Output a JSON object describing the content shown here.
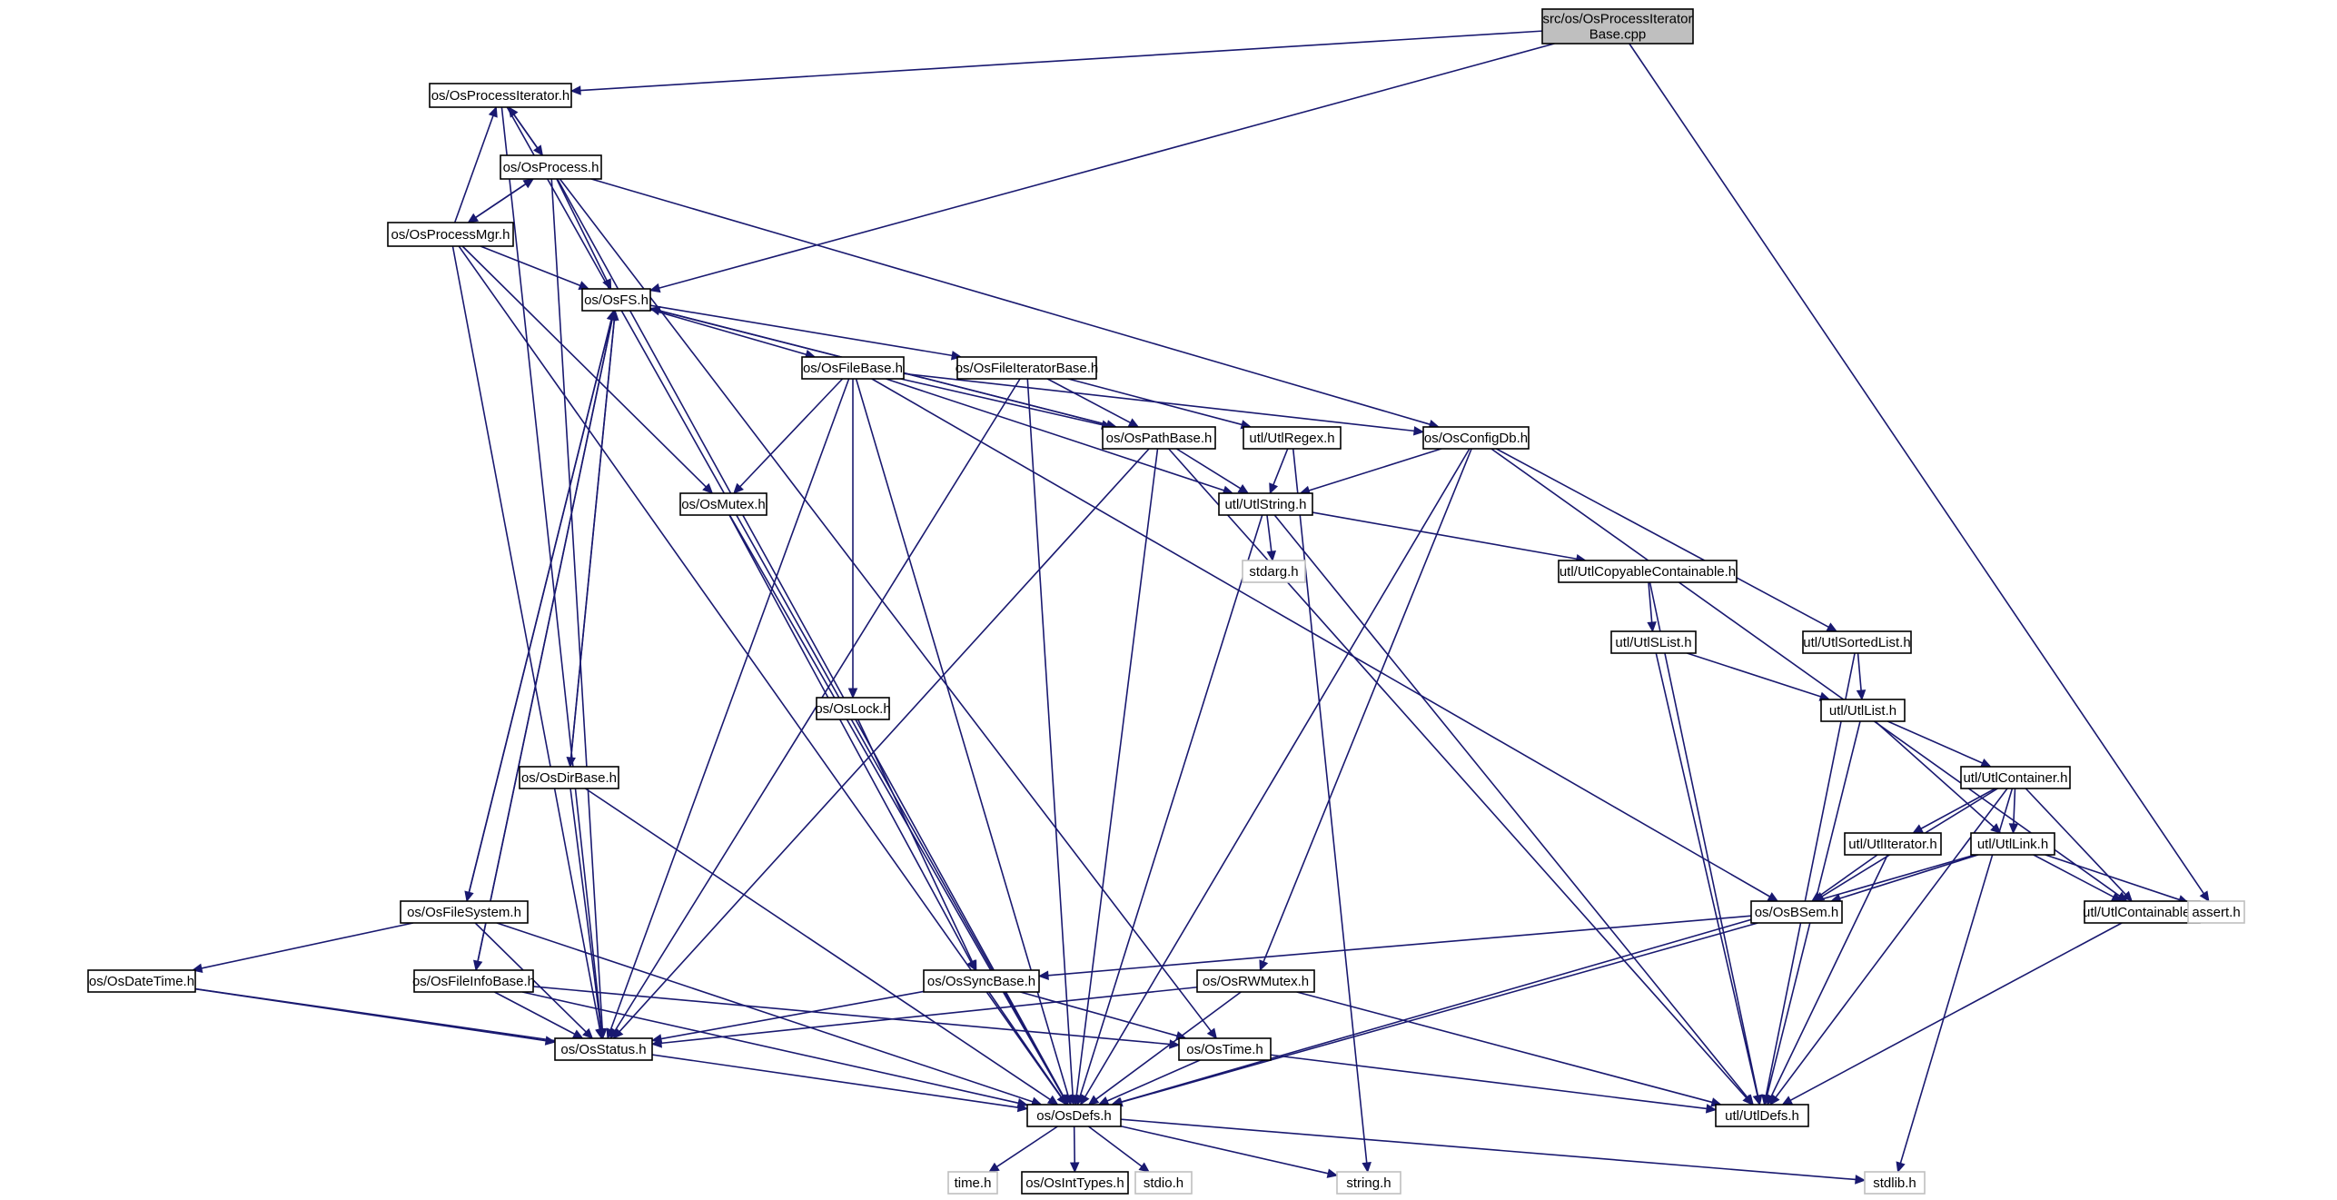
{
  "colors": {
    "edge": "#191970",
    "root_fill": "#bfbfbf",
    "sys_stroke": "#bfbfbf",
    "node_stroke": "#000000"
  },
  "nodes": [
    {
      "id": "root",
      "lines": [
        "src/os/OsProcessIterator",
        "Base.cpp"
      ],
      "style": "root"
    },
    {
      "id": "procIter",
      "lines": [
        "os/OsProcessIterator.h"
      ]
    },
    {
      "id": "process",
      "lines": [
        "os/OsProcess.h"
      ]
    },
    {
      "id": "procMgr",
      "lines": [
        "os/OsProcessMgr.h"
      ]
    },
    {
      "id": "fs",
      "lines": [
        "os/OsFS.h"
      ]
    },
    {
      "id": "fileBase",
      "lines": [
        "os/OsFileBase.h"
      ]
    },
    {
      "id": "fileIter",
      "lines": [
        "os/OsFileIteratorBase.h"
      ]
    },
    {
      "id": "pathBase",
      "lines": [
        "os/OsPathBase.h"
      ]
    },
    {
      "id": "regex",
      "lines": [
        "utl/UtlRegex.h"
      ]
    },
    {
      "id": "configDb",
      "lines": [
        "os/OsConfigDb.h"
      ]
    },
    {
      "id": "mutex",
      "lines": [
        "os/OsMutex.h"
      ]
    },
    {
      "id": "utlString",
      "lines": [
        "utl/UtlString.h"
      ]
    },
    {
      "id": "stdarg",
      "lines": [
        "stdarg.h"
      ],
      "style": "sys"
    },
    {
      "id": "copyCont",
      "lines": [
        "utl/UtlCopyableContainable.h"
      ]
    },
    {
      "id": "slist",
      "lines": [
        "utl/UtlSList.h"
      ]
    },
    {
      "id": "sortedList",
      "lines": [
        "utl/UtlSortedList.h"
      ]
    },
    {
      "id": "utlList",
      "lines": [
        "utl/UtlList.h"
      ]
    },
    {
      "id": "container",
      "lines": [
        "utl/UtlContainer.h"
      ]
    },
    {
      "id": "lock",
      "lines": [
        "os/OsLock.h"
      ]
    },
    {
      "id": "dirBase",
      "lines": [
        "os/OsDirBase.h"
      ]
    },
    {
      "id": "utlIter",
      "lines": [
        "utl/UtlIterator.h"
      ]
    },
    {
      "id": "utlLink",
      "lines": [
        "utl/UtlLink.h"
      ]
    },
    {
      "id": "bsem",
      "lines": [
        "os/OsBSem.h"
      ]
    },
    {
      "id": "containable",
      "lines": [
        "utl/UtlContainable.h"
      ]
    },
    {
      "id": "assert",
      "lines": [
        "assert.h"
      ],
      "style": "sys"
    },
    {
      "id": "fileSystem",
      "lines": [
        "os/OsFileSystem.h"
      ]
    },
    {
      "id": "dateTime",
      "lines": [
        "os/OsDateTime.h"
      ]
    },
    {
      "id": "fileInfo",
      "lines": [
        "os/OsFileInfoBase.h"
      ]
    },
    {
      "id": "syncBase",
      "lines": [
        "os/OsSyncBase.h"
      ]
    },
    {
      "id": "rwMutex",
      "lines": [
        "os/OsRWMutex.h"
      ]
    },
    {
      "id": "status",
      "lines": [
        "os/OsStatus.h"
      ]
    },
    {
      "id": "osTime",
      "lines": [
        "os/OsTime.h"
      ]
    },
    {
      "id": "osDefs",
      "lines": [
        "os/OsDefs.h"
      ]
    },
    {
      "id": "utlDefs",
      "lines": [
        "utl/UtlDefs.h"
      ]
    },
    {
      "id": "timeH",
      "lines": [
        "time.h"
      ],
      "style": "sys"
    },
    {
      "id": "intTypes",
      "lines": [
        "os/OsIntTypes.h"
      ]
    },
    {
      "id": "stdio",
      "lines": [
        "stdio.h"
      ],
      "style": "sys"
    },
    {
      "id": "stringH",
      "lines": [
        "string.h"
      ],
      "style": "sys"
    },
    {
      "id": "stdlib",
      "lines": [
        "stdlib.h"
      ],
      "style": "sys"
    }
  ],
  "edges": [
    [
      "root",
      "procIter"
    ],
    [
      "root",
      "fs"
    ],
    [
      "root",
      "assert"
    ],
    [
      "procIter",
      "process"
    ],
    [
      "procIter",
      "status"
    ],
    [
      "procIter",
      "osDefs"
    ],
    [
      "process",
      "procIter"
    ],
    [
      "process",
      "procMgr"
    ],
    [
      "process",
      "fs"
    ],
    [
      "process",
      "configDb"
    ],
    [
      "process",
      "osTime"
    ],
    [
      "process",
      "status"
    ],
    [
      "process",
      "osDefs"
    ],
    [
      "procMgr",
      "process"
    ],
    [
      "procMgr",
      "procIter"
    ],
    [
      "procMgr",
      "fs"
    ],
    [
      "procMgr",
      "mutex"
    ],
    [
      "procMgr",
      "status"
    ],
    [
      "procMgr",
      "osDefs"
    ],
    [
      "fs",
      "fileBase"
    ],
    [
      "fs",
      "fileIter"
    ],
    [
      "fs",
      "pathBase"
    ],
    [
      "fs",
      "dirBase"
    ],
    [
      "fs",
      "fileSystem"
    ],
    [
      "fs",
      "fileInfo"
    ],
    [
      "fileBase",
      "pathBase"
    ],
    [
      "fileBase",
      "configDb"
    ],
    [
      "fileBase",
      "utlString"
    ],
    [
      "fileBase",
      "mutex"
    ],
    [
      "fileBase",
      "lock"
    ],
    [
      "fileBase",
      "bsem"
    ],
    [
      "fileBase",
      "status"
    ],
    [
      "fileBase",
      "osDefs"
    ],
    [
      "fileIter",
      "pathBase"
    ],
    [
      "fileIter",
      "regex"
    ],
    [
      "fileIter",
      "status"
    ],
    [
      "fileIter",
      "osDefs"
    ],
    [
      "pathBase",
      "fs"
    ],
    [
      "pathBase",
      "utlString"
    ],
    [
      "pathBase",
      "status"
    ],
    [
      "pathBase",
      "osDefs"
    ],
    [
      "pathBase",
      "utlDefs"
    ],
    [
      "regex",
      "utlString"
    ],
    [
      "regex",
      "stringH"
    ],
    [
      "configDb",
      "utlString"
    ],
    [
      "configDb",
      "sortedList"
    ],
    [
      "configDb",
      "containable"
    ],
    [
      "configDb",
      "rwMutex"
    ],
    [
      "configDb",
      "osDefs"
    ],
    [
      "mutex",
      "syncBase"
    ],
    [
      "mutex",
      "osDefs"
    ],
    [
      "utlString",
      "stdarg"
    ],
    [
      "utlString",
      "copyCont"
    ],
    [
      "utlString",
      "utlDefs"
    ],
    [
      "utlString",
      "osDefs"
    ],
    [
      "copyCont",
      "slist"
    ],
    [
      "copyCont",
      "utlDefs"
    ],
    [
      "slist",
      "utlList"
    ],
    [
      "slist",
      "utlDefs"
    ],
    [
      "sortedList",
      "utlList"
    ],
    [
      "sortedList",
      "utlDefs"
    ],
    [
      "utlList",
      "container"
    ],
    [
      "utlList",
      "utlLink"
    ],
    [
      "utlList",
      "utlDefs"
    ],
    [
      "container",
      "utlIter"
    ],
    [
      "container",
      "utlLink"
    ],
    [
      "container",
      "bsem"
    ],
    [
      "container",
      "containable"
    ],
    [
      "container",
      "utlDefs"
    ],
    [
      "container",
      "stdlib"
    ],
    [
      "lock",
      "syncBase"
    ],
    [
      "dirBase",
      "fs"
    ],
    [
      "dirBase",
      "status"
    ],
    [
      "dirBase",
      "osDefs"
    ],
    [
      "utlIter",
      "bsem"
    ],
    [
      "utlIter",
      "utlDefs"
    ],
    [
      "utlLink",
      "bsem"
    ],
    [
      "utlLink",
      "containable"
    ],
    [
      "utlLink",
      "assert"
    ],
    [
      "utlLink",
      "osDefs"
    ],
    [
      "bsem",
      "syncBase"
    ],
    [
      "bsem",
      "osDefs"
    ],
    [
      "containable",
      "utlDefs"
    ],
    [
      "fileSystem",
      "fs"
    ],
    [
      "fileSystem",
      "dateTime"
    ],
    [
      "fileSystem",
      "status"
    ],
    [
      "fileSystem",
      "osDefs"
    ],
    [
      "dateTime",
      "status"
    ],
    [
      "dateTime",
      "osDefs"
    ],
    [
      "fileInfo",
      "fs"
    ],
    [
      "fileInfo",
      "status"
    ],
    [
      "fileInfo",
      "osTime"
    ],
    [
      "fileInfo",
      "osDefs"
    ],
    [
      "syncBase",
      "status"
    ],
    [
      "syncBase",
      "osTime"
    ],
    [
      "syncBase",
      "osDefs"
    ],
    [
      "rwMutex",
      "status"
    ],
    [
      "rwMutex",
      "osDefs"
    ],
    [
      "rwMutex",
      "utlDefs"
    ],
    [
      "osTime",
      "osDefs"
    ],
    [
      "osTime",
      "utlDefs"
    ],
    [
      "osDefs",
      "timeH"
    ],
    [
      "osDefs",
      "intTypes"
    ],
    [
      "osDefs",
      "stdio"
    ],
    [
      "osDefs",
      "stringH"
    ],
    [
      "osDefs",
      "stdlib"
    ]
  ]
}
